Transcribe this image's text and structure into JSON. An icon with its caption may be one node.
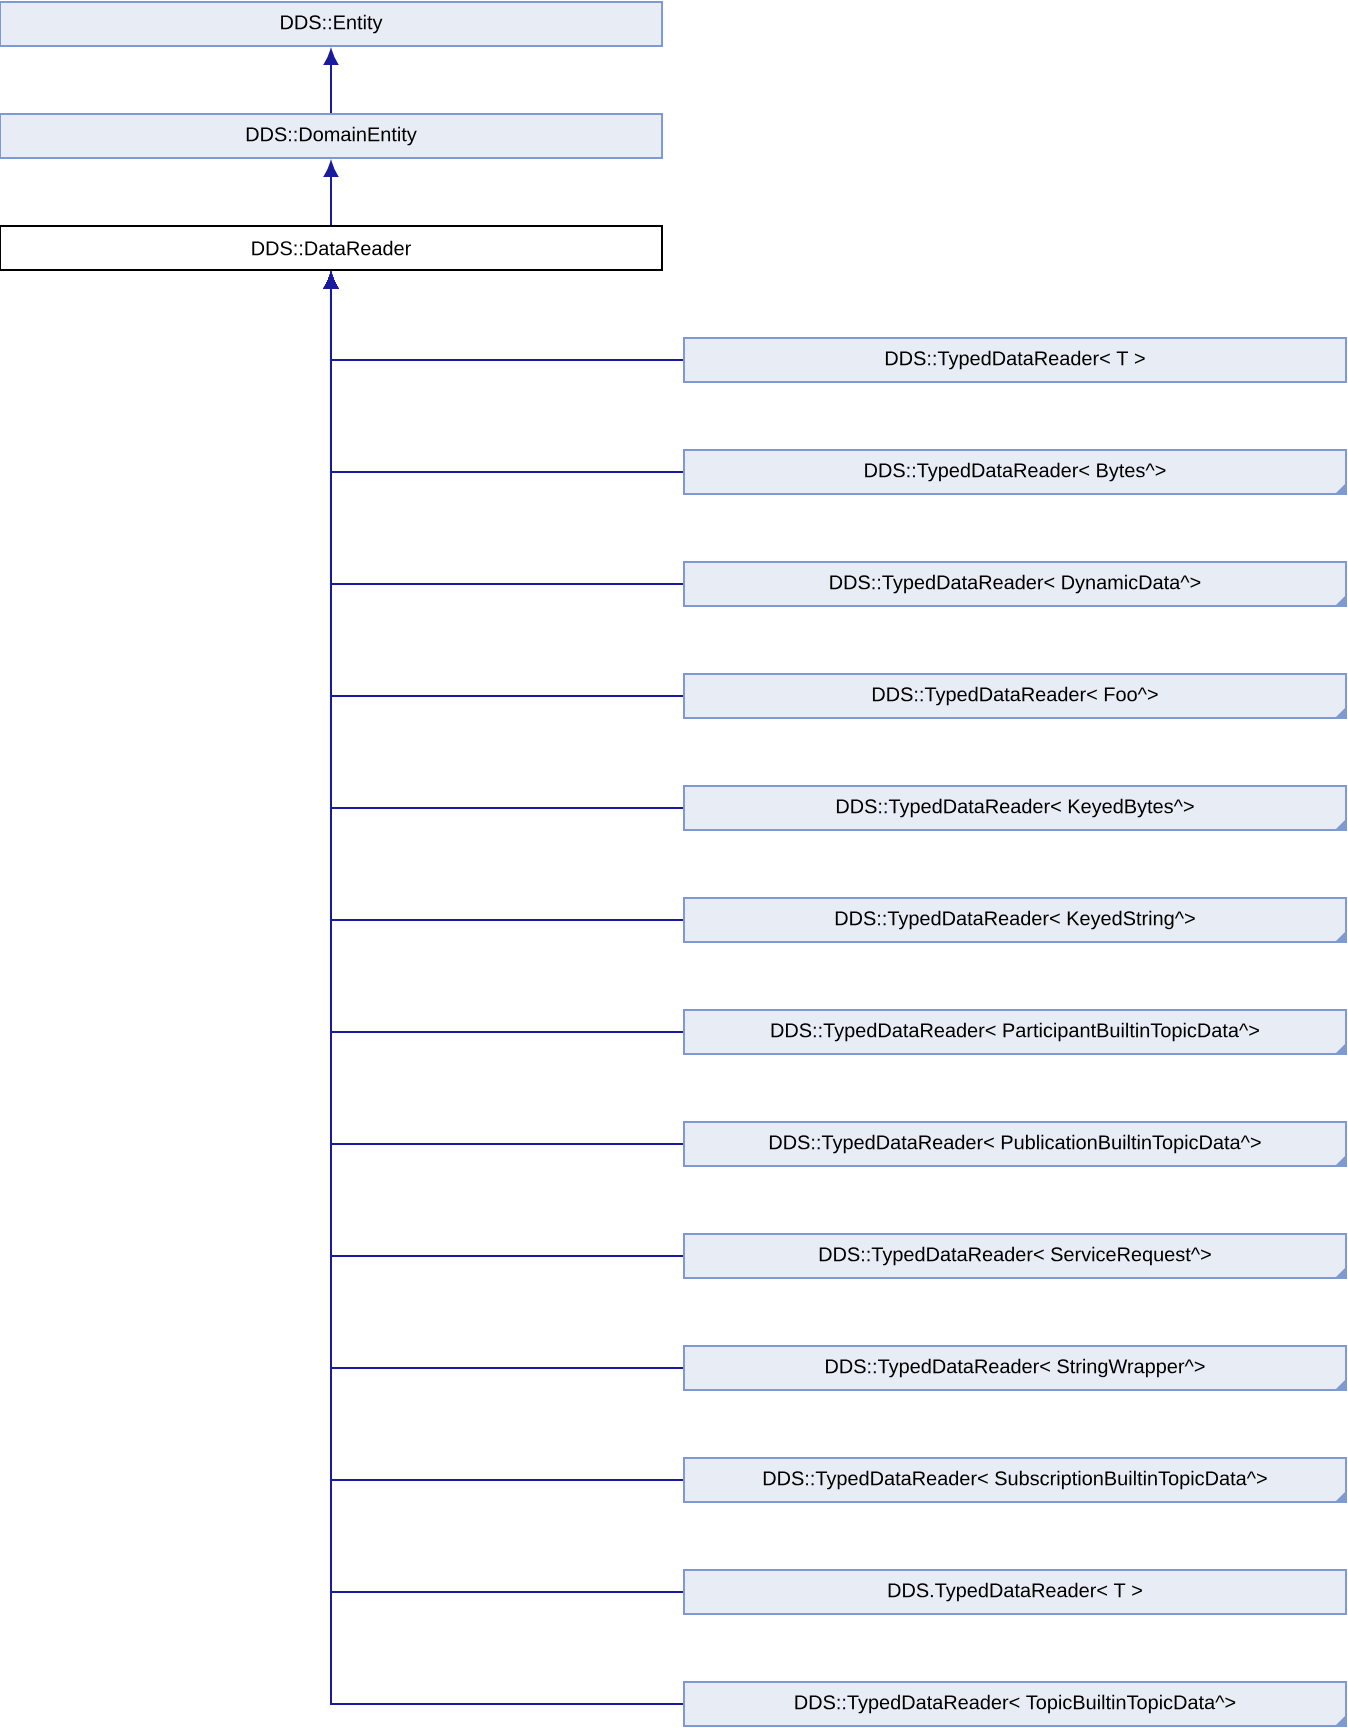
{
  "diagram": {
    "nodes": [
      {
        "text": [
          "DDS::Entity"
        ]
      },
      {
        "text": [
          "DDS::DomainEntity"
        ]
      },
      {
        "text": [
          "DDS::DataReader"
        ]
      },
      {
        "text": [
          "DDS::TypedDataReader< T >"
        ]
      },
      {
        "text": [
          "DDS::TypedDataReader< Bytes^>"
        ]
      },
      {
        "text": [
          "DDS::TypedDataReader< DynamicData^>"
        ]
      },
      {
        "text": [
          "DDS::TypedDataReader< Foo^>"
        ]
      },
      {
        "text": [
          "DDS::TypedDataReader< KeyedBytes^>"
        ]
      },
      {
        "text": [
          "DDS::TypedDataReader< KeyedString^>"
        ]
      },
      {
        "text": [
          "DDS::TypedDataReader< ParticipantBuiltinTopicData^>"
        ]
      },
      {
        "text": [
          "DDS::TypedDataReader< PublicationBuiltinTopicData^>"
        ]
      },
      {
        "text": [
          "DDS::TypedDataReader< ServiceRequest^>"
        ]
      },
      {
        "text": [
          "DDS::TypedDataReader< StringWrapper^>"
        ]
      },
      {
        "text": [
          "DDS::TypedDataReader< SubscriptionBuiltinTopicData^>"
        ]
      },
      {
        "text": [
          "DDS.TypedDataReader< T >"
        ]
      },
      {
        "text": [
          "DDS::TypedDataReader< TopicBuiltinTopicData^>"
        ]
      }
    ],
    "edges": [
      {
        "from": 1,
        "to": 0,
        "arrow": "to"
      },
      {
        "from": 2,
        "to": 1,
        "arrow": "to"
      },
      {
        "from": 3,
        "to": 2,
        "arrow": "to"
      },
      {
        "from": 4,
        "to": 2,
        "arrow": "to"
      },
      {
        "from": 5,
        "to": 2,
        "arrow": "to"
      },
      {
        "from": 6,
        "to": 2,
        "arrow": "to"
      },
      {
        "from": 7,
        "to": 2,
        "arrow": "to"
      },
      {
        "from": 8,
        "to": 2,
        "arrow": "to"
      },
      {
        "from": 9,
        "to": 2,
        "arrow": "to"
      },
      {
        "from": 10,
        "to": 2,
        "arrow": "to"
      },
      {
        "from": 11,
        "to": 2,
        "arrow": "to"
      },
      {
        "from": 12,
        "to": 2,
        "arrow": "to"
      },
      {
        "from": 13,
        "to": 2,
        "arrow": "to"
      },
      {
        "from": 14,
        "to": 2,
        "arrow": "to"
      },
      {
        "from": 15,
        "to": 2,
        "arrow": "to"
      }
    ]
  }
}
